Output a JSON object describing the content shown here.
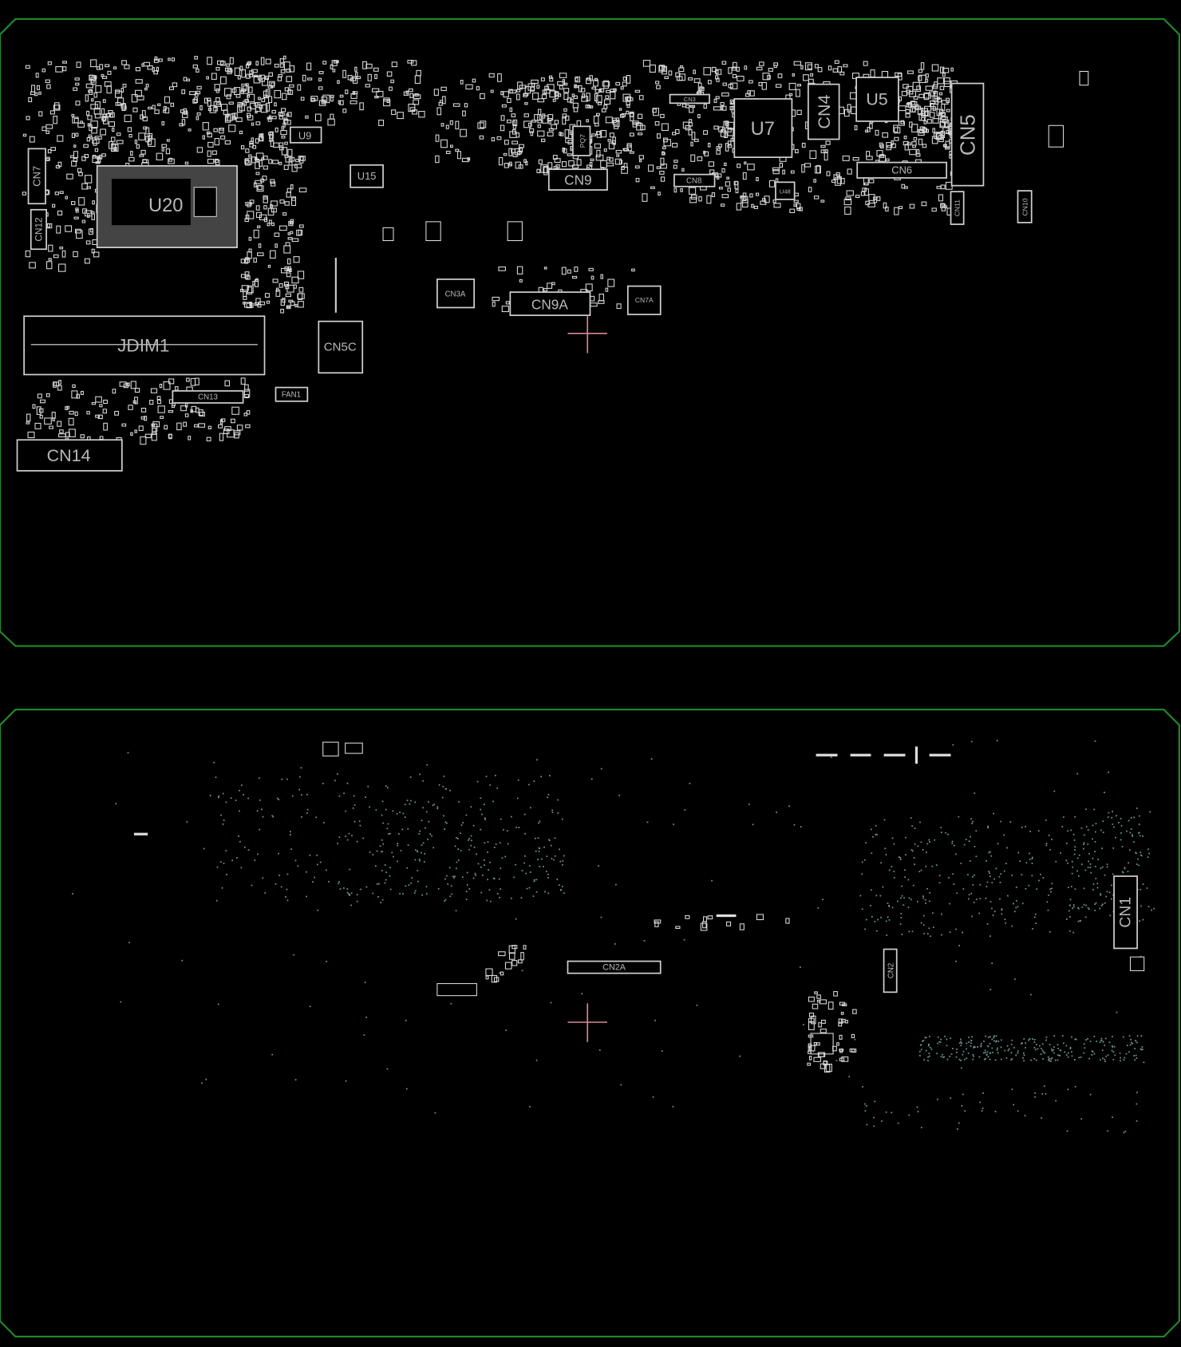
{
  "colors": {
    "background": "#000000",
    "board_outline": "#1f8a2a",
    "component_outline": "#cfcfcf",
    "label": "#b8b8b8",
    "crosshair": "#d88a9a",
    "test_point": "#6d9a96"
  },
  "top_side": {
    "components": {
      "u20": "U20",
      "jdim1": "JDIM1",
      "cn14": "CN14",
      "cn13": "CN13",
      "fan1": "FAN1",
      "cn5c": "CN5C",
      "u15": "U15",
      "u9": "U9",
      "cn7": "CN7",
      "cn12": "CN12",
      "cn3a": "CN3A",
      "cn9a": "CN9A",
      "cn7a": "CN7A",
      "cn9": "CN9",
      "pq7": "PQ7",
      "u7": "U7",
      "cn4": "CN4",
      "u5": "U5",
      "cn5": "CN5",
      "cn6": "CN6",
      "cn8": "CN8",
      "cn3": "CN3",
      "u48": "U48",
      "cn11": "CN11",
      "cn10": "CN10"
    }
  },
  "bottom_side": {
    "components": {
      "cn1": "CN1",
      "cn2": "CN2",
      "cn2a": "CN2A"
    }
  }
}
